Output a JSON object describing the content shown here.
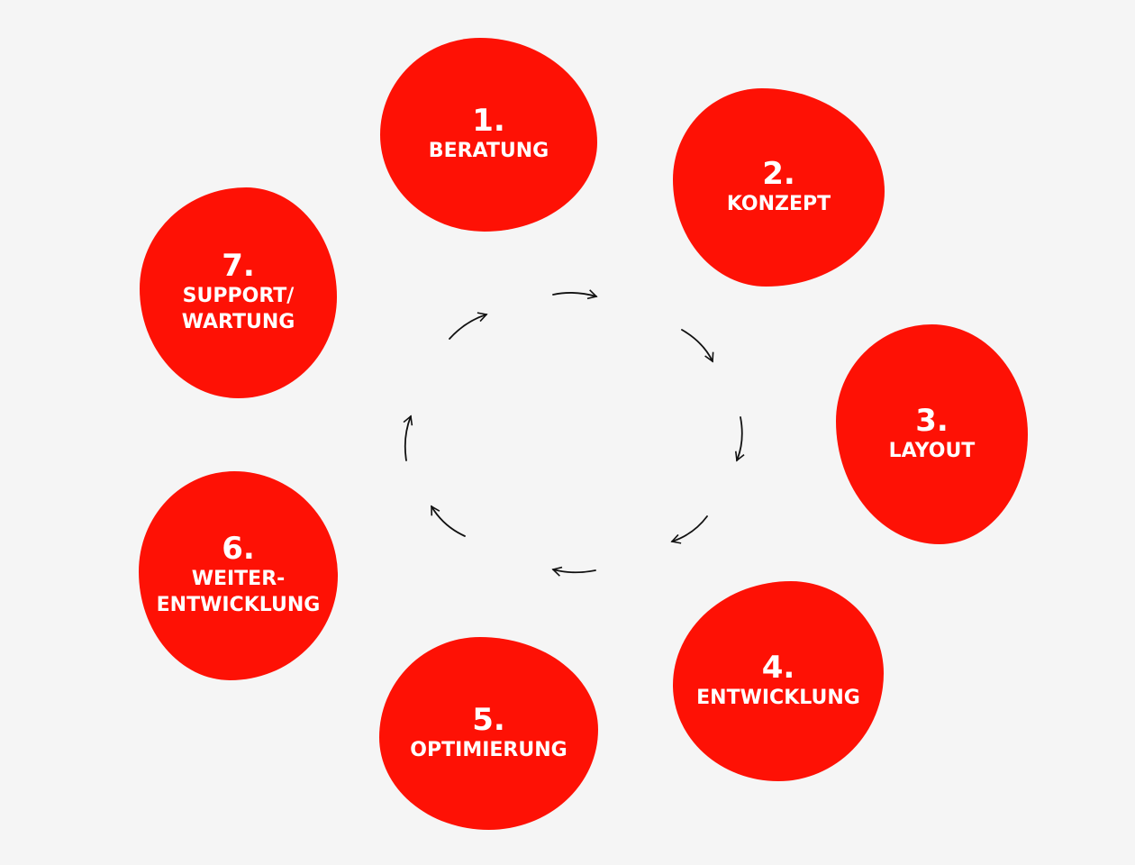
{
  "steps": [
    {
      "number": "1.",
      "label": "BERATUNG"
    },
    {
      "number": "2.",
      "label": "KONZEPT"
    },
    {
      "number": "3.",
      "label": "LAYOUT"
    },
    {
      "number": "4.",
      "label": "ENTWICKLUNG"
    },
    {
      "number": "5.",
      "label": "OPTIMIERUNG"
    },
    {
      "number": "6.",
      "label": "WEITER-\nENTWICKLUNG"
    },
    {
      "number": "7.",
      "label": "SUPPORT/\nWARTUNG"
    }
  ],
  "colors": {
    "background": "#f5f5f5",
    "blob": "#fe1105",
    "text": "#ffffff",
    "arrow": "#111111"
  }
}
